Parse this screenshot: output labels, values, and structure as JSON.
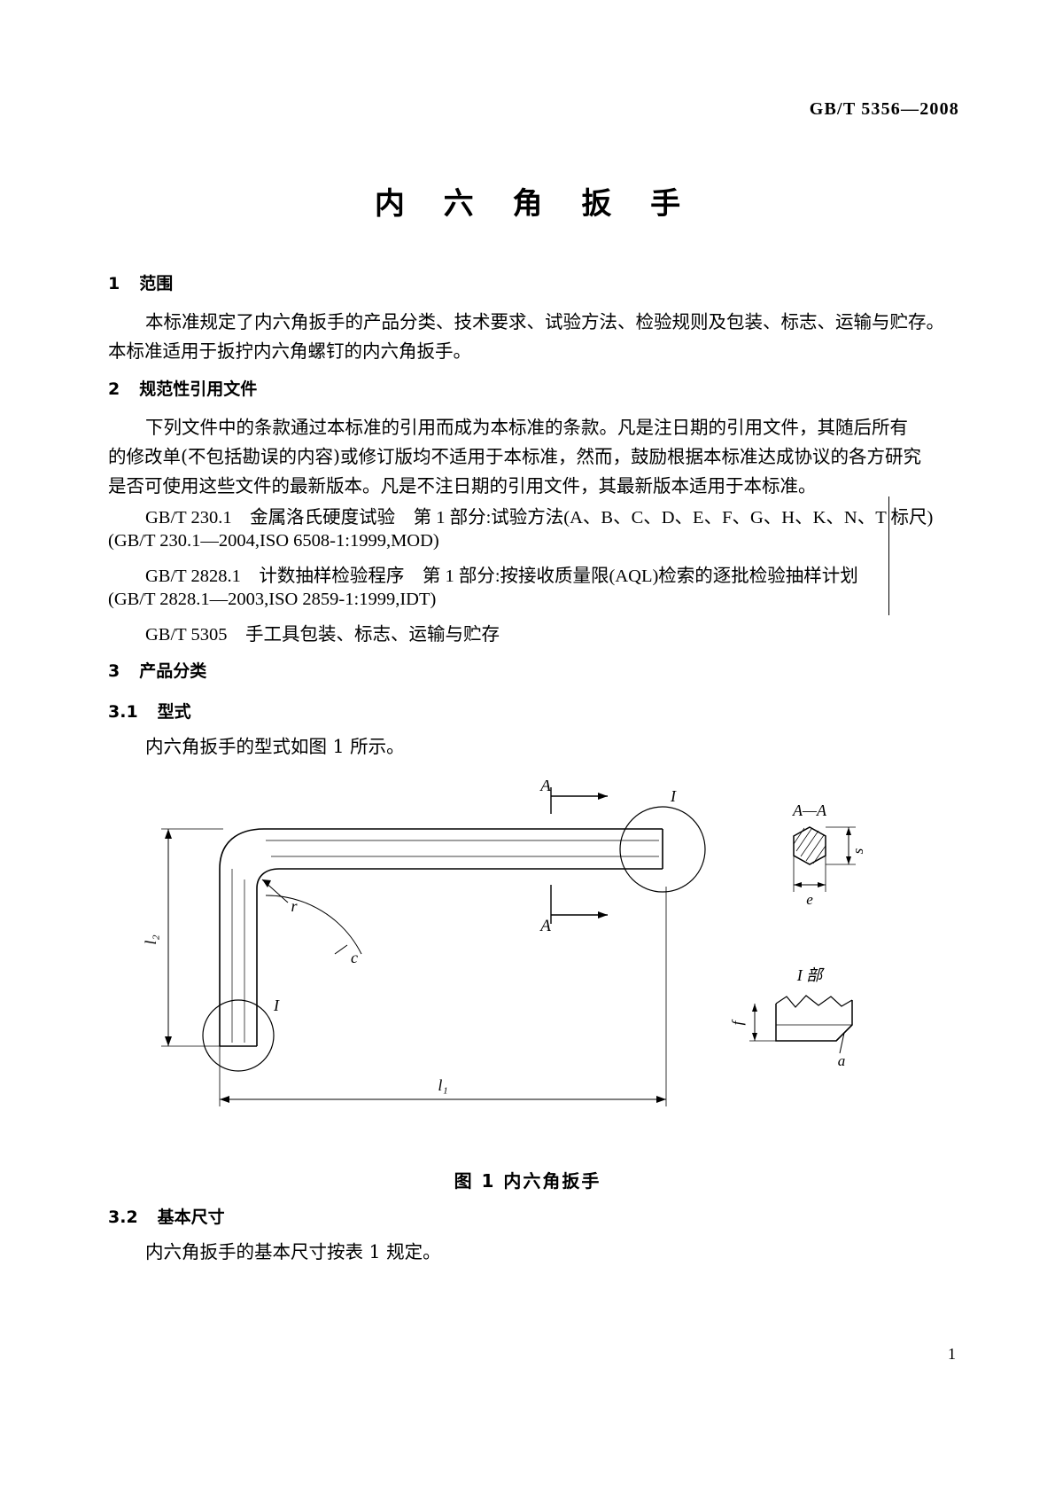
{
  "header": {
    "standard_number": "GB/T 5356—2008"
  },
  "title": "内 六 角 扳 手",
  "sections": [
    {
      "number": "1",
      "heading": "范围",
      "lines": [
        "本标准规定了内六角扳手的产品分类、技术要求、试验方法、检验规则及包装、标志、运输与贮存。",
        "本标准适用于扳拧内六角螺钉的内六角扳手。"
      ]
    },
    {
      "number": "2",
      "heading": "规范性引用文件",
      "lines": [
        "下列文件中的条款通过本标准的引用而成为本标准的条款。凡是注日期的引用文件，其随后所有",
        "的修改单(不包括勘误的内容)或修订版均不适用于本标准，然而，鼓励根据本标准达成协议的各方研究",
        "是否可使用这些文件的最新版本。凡是不注日期的引用文件，其最新版本适用于本标准。"
      ],
      "references": [
        {
          "line1": "GB/T 230.1    金属洛氏硬度试验    第 1 部分:试验方法(A、B、C、D、E、F、G、H、K、N、T 标尺)",
          "line2": "(GB/T 230.1—2004,ISO 6508-1:1999,MOD)"
        },
        {
          "line1": "GB/T 2828.1    计数抽样检验程序    第 1 部分:按接收质量限(AQL)检索的逐批检验抽样计划",
          "line2": "(GB/T 2828.1—2003,ISO 2859-1:1999,IDT)"
        },
        {
          "line1": "GB/T 5305    手工具包装、标志、运输与贮存",
          "line2": ""
        }
      ]
    },
    {
      "number": "3",
      "heading": "产品分类"
    },
    {
      "number": "3.1",
      "heading": "型式",
      "lines": [
        "内六角扳手的型式如图 1 所示。"
      ]
    },
    {
      "number": "3.2",
      "heading": "基本尺寸",
      "lines": [
        "内六角扳手的基本尺寸按表 1 规定。"
      ]
    }
  ],
  "figure": {
    "caption": "图 1  内六角扳手",
    "labels": {
      "section_top": "A",
      "section_bottom": "A",
      "detail_marker_top": "I",
      "detail_marker_bottom": "I",
      "section_view_title": "A—A",
      "detail_view_title": "I 部",
      "radius": "r",
      "chamfer": "c",
      "length_long": "l₁",
      "length_short": "l₂",
      "across_flats": "s",
      "across_corners": "e",
      "detail_f": "f",
      "detail_a": "a"
    }
  },
  "page_number": "1"
}
